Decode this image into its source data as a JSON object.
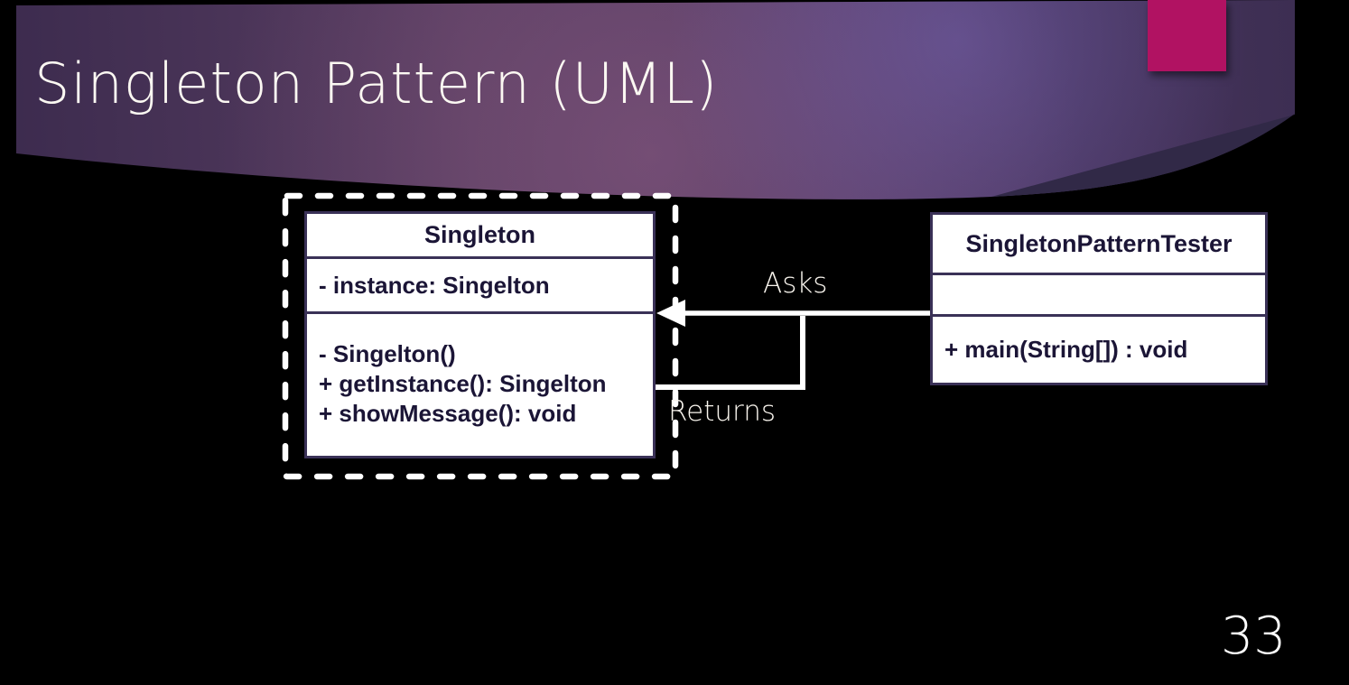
{
  "slide": {
    "title": "Singleton Pattern (UML)",
    "page_number": "33"
  },
  "colors": {
    "accent_square": "#b11262",
    "header_purple": "#563c60",
    "box_border": "#3a3157",
    "box_text": "#1b1536",
    "connector": "#ffffff"
  },
  "diagram": {
    "singleton": {
      "name": "Singleton",
      "attributes": [
        "- instance: Singelton"
      ],
      "methods": [
        "- Singelton()",
        "+ getInstance(): Singelton",
        "+ showMessage(): void"
      ]
    },
    "tester": {
      "name": "SingletonPatternTester",
      "methods": [
        "+ main(String[]) : void"
      ]
    },
    "labels": {
      "asks": "Asks",
      "returns": "Returns"
    }
  }
}
